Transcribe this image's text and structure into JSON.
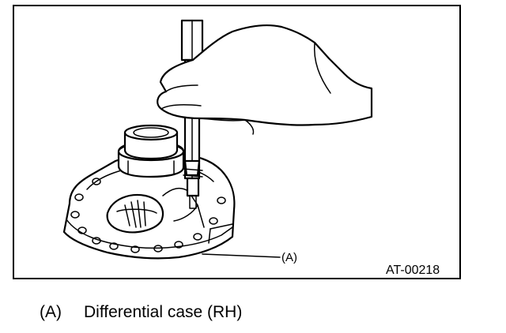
{
  "figure": {
    "id": "AT-00218",
    "callout": "(A)"
  },
  "legend": {
    "items": [
      {
        "code": "(A)",
        "text": "Differential case (RH)"
      }
    ]
  }
}
